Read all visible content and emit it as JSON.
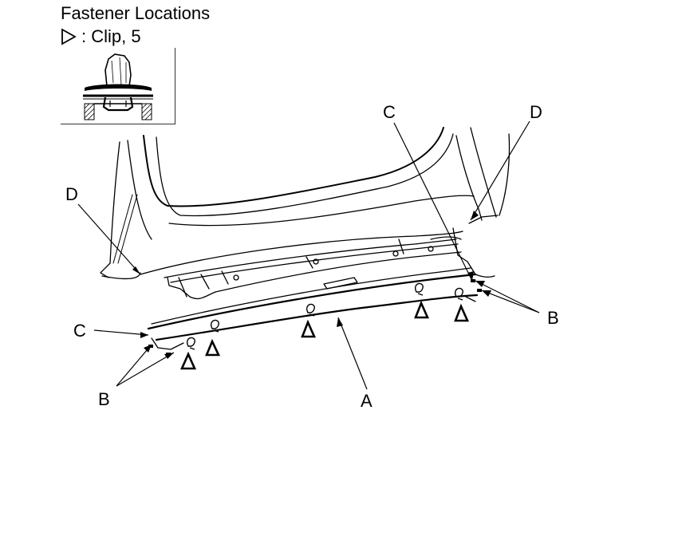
{
  "header": {
    "title": "Fastener Locations",
    "legend_label": ": Clip, 5"
  },
  "callouts": {
    "a": "A",
    "b_left": "B",
    "b_right": "B",
    "c_left": "C",
    "c_top": "C",
    "d_left": "D",
    "d_right": "D"
  },
  "colors": {
    "line": "#000000",
    "background": "#ffffff"
  },
  "icons": {
    "clip_marker": "triangle-outline-icon"
  }
}
